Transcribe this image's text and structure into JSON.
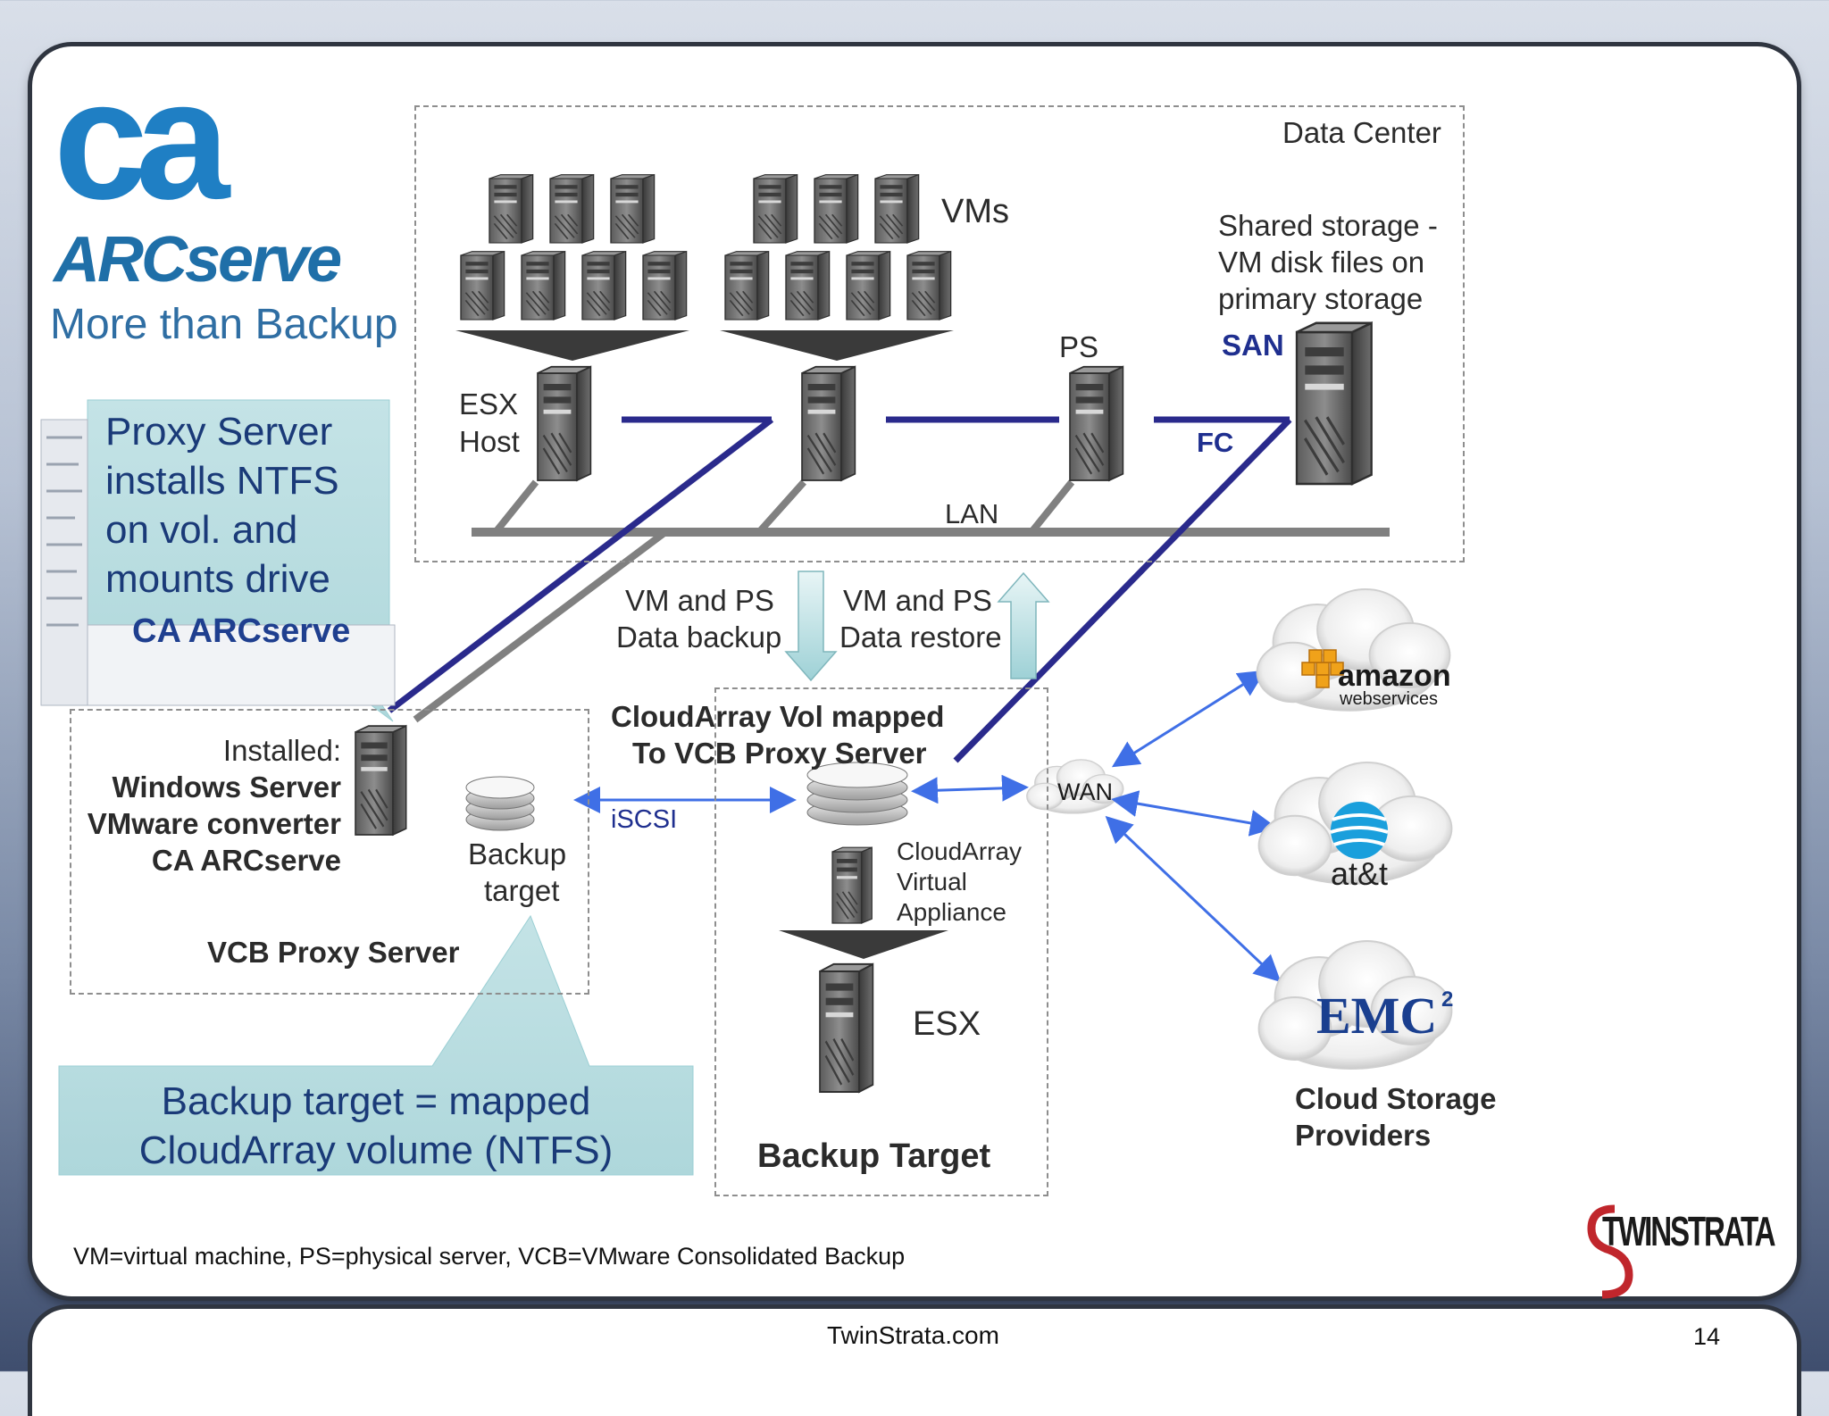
{
  "branding": {
    "ca_logo": "ca",
    "arcserve_logo": "ARCserve",
    "tagline": "More than Backup",
    "twinstrata_logo": "TWINSTRATA"
  },
  "data_center": {
    "title": "Data Center",
    "vms_label": "VMs",
    "esx_host_label_1": "ESX",
    "esx_host_label_2": "Host",
    "ps_label": "PS",
    "shared_storage_1": "Shared storage -",
    "shared_storage_2": "VM disk files on",
    "shared_storage_3": "primary storage",
    "san_label": "SAN",
    "fc_label": "FC",
    "lan_label": "LAN"
  },
  "flows": {
    "backup_1": "VM and PS",
    "backup_2": "Data backup",
    "restore_1": "VM and PS",
    "restore_2": "Data restore"
  },
  "proxy": {
    "callout_1": "Proxy Server",
    "callout_2": "installs NTFS",
    "callout_3": "on vol. and",
    "callout_4": "mounts drive",
    "installed": "Installed:",
    "item_1": "Windows Server",
    "item_2": "VMware converter",
    "item_3": "CA  ARCserve",
    "backup_target_1": "Backup",
    "backup_target_2": "target",
    "title": "VCB Proxy Server",
    "hidden_label": "CA ARCserve"
  },
  "iscsi_label": "iSCSI",
  "backup_target_box": {
    "mapped_1": "CloudArray Vol mapped",
    "mapped_2": "To VCB Proxy Server",
    "appliance_1": "CloudArray",
    "appliance_2": "Virtual",
    "appliance_3": "Appliance",
    "esx_label": "ESX",
    "title": "Backup Target"
  },
  "callout_bottom": {
    "line_1": "Backup target = mapped",
    "line_2": "CloudArray volume (NTFS)"
  },
  "wan_label": "WAN",
  "cloud": {
    "amazon_1": "amazon",
    "amazon_2": "webservices",
    "att": "at&t",
    "emc": "EMC",
    "emc_sup": "2",
    "providers_1": "Cloud Storage",
    "providers_2": "Providers"
  },
  "footnote": "VM=virtual machine, PS=physical server, VCB=VMware Consolidated Backup",
  "footer": {
    "site": "TwinStrata.com",
    "page": "14"
  },
  "colors": {
    "link_navy": "#2a2a8c",
    "arrow_blue": "#3f6fe6",
    "lan_gray": "#808080",
    "callout_fill": "#bfe0e3",
    "callout_text": "#1a3a78",
    "ca_blue": "#1f7fc4",
    "ca_green": "#2fa86a"
  }
}
